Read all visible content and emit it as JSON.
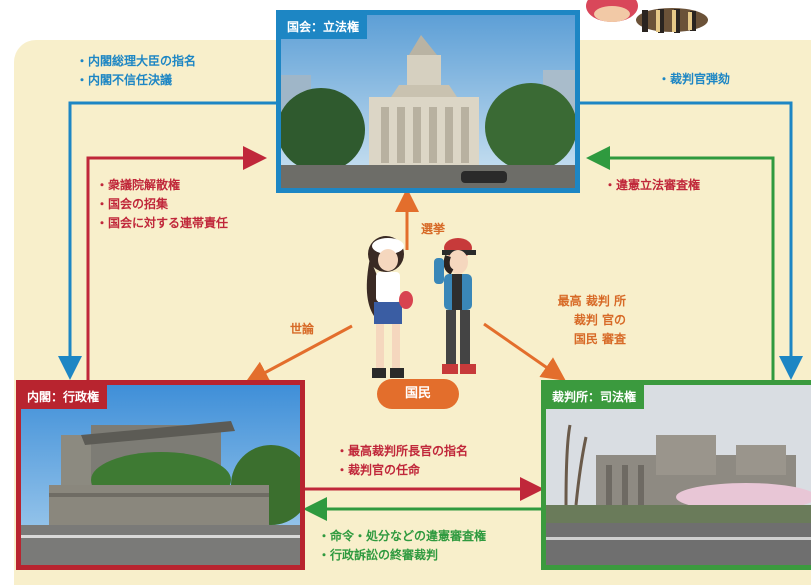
{
  "diet": {
    "header": "国会：立法権"
  },
  "cabinet": {
    "header": "内閣：行政権"
  },
  "court": {
    "header": "裁判所：司法権"
  },
  "citizen": {
    "label": "国民"
  },
  "diet_to_cabinet": [
    "・内閣総理大臣の指名",
    "・内閣不信任決議"
  ],
  "diet_to_court": [
    "・裁判官弾劾"
  ],
  "cabinet_to_diet": [
    "・衆議院解散権",
    "・国会の招集",
    "・国会に対する連帯責任"
  ],
  "court_to_diet": [
    "・違憲立法審査権"
  ],
  "cabinet_to_court": [
    "・最高裁判所長官の指名",
    "・裁判官の任命"
  ],
  "court_to_cabinet": [
    "・命令・処分などの違憲審査権",
    "・行政訴訟の終審裁判"
  ],
  "citizen_to_diet": "選挙",
  "citizen_to_cabinet": "世論",
  "citizen_to_court": [
    "最高 裁判 所",
    "裁判 官の",
    "国民 審査"
  ],
  "colors": {
    "diet": "#1d86c4",
    "cabinet": "#b8242f",
    "court": "#3b9a3e",
    "citizen": "#e36e2c",
    "background": "#f8efcb"
  }
}
